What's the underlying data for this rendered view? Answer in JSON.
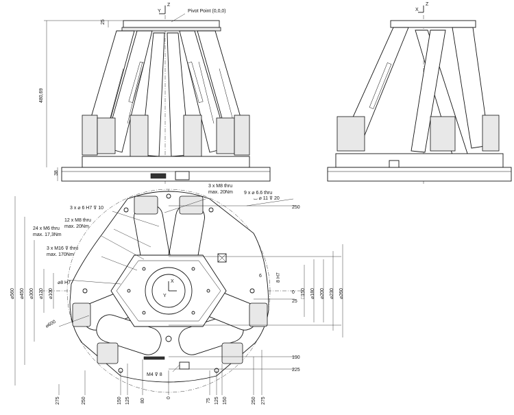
{
  "views": {
    "front": {
      "axis_y": "Y",
      "axis_z": "Z",
      "pivot_label": "Pivot Point (0,0,0)",
      "dim_top_plate": "25",
      "dim_height": "480,69",
      "dim_base": "38"
    },
    "side": {
      "axis_x": "X",
      "axis_z": "Z"
    },
    "top": {
      "axis_x": "X",
      "axis_y": "Y",
      "callouts": {
        "m8_top": "3 x M8 thru",
        "m8_top_torque": "max. 20Nm",
        "hole_66": "9 x ⌀ 6.6 thru",
        "hole_66_cb": "⌴ ⌀ 11 ⊽ 20",
        "hole_6h7": "3 x ⌀ 6 H7 ⊽ 10",
        "m8_12": "12 x M8 thru",
        "m8_12_torque": "max. 20Nm",
        "m6_24": "24 x M6 thru",
        "m6_24_torque": "max. 17,3Nm",
        "m16": "3 x M16 ⊽ thru",
        "m16_torque": "max. 170Nm",
        "m4": "M4 ⊽ 8",
        "d8h7": "⌀8 H7",
        "d600": "⌀600",
        "dim_6": "6",
        "dim_8h7": "8 H7"
      },
      "left_dims": [
        "⌀560",
        "⌀450",
        "⌀300",
        "⌀120",
        "⌀100"
      ],
      "right_dims": [
        "0",
        "□150",
        "⌀180",
        "⌀200",
        "⌀230",
        "⌀260"
      ],
      "right_vals": [
        "250",
        "25",
        "190",
        "225"
      ],
      "bottom_dims": [
        "275",
        "250",
        "150",
        "125",
        "80",
        "0",
        "75",
        "125",
        "150",
        "250",
        "275"
      ]
    }
  }
}
